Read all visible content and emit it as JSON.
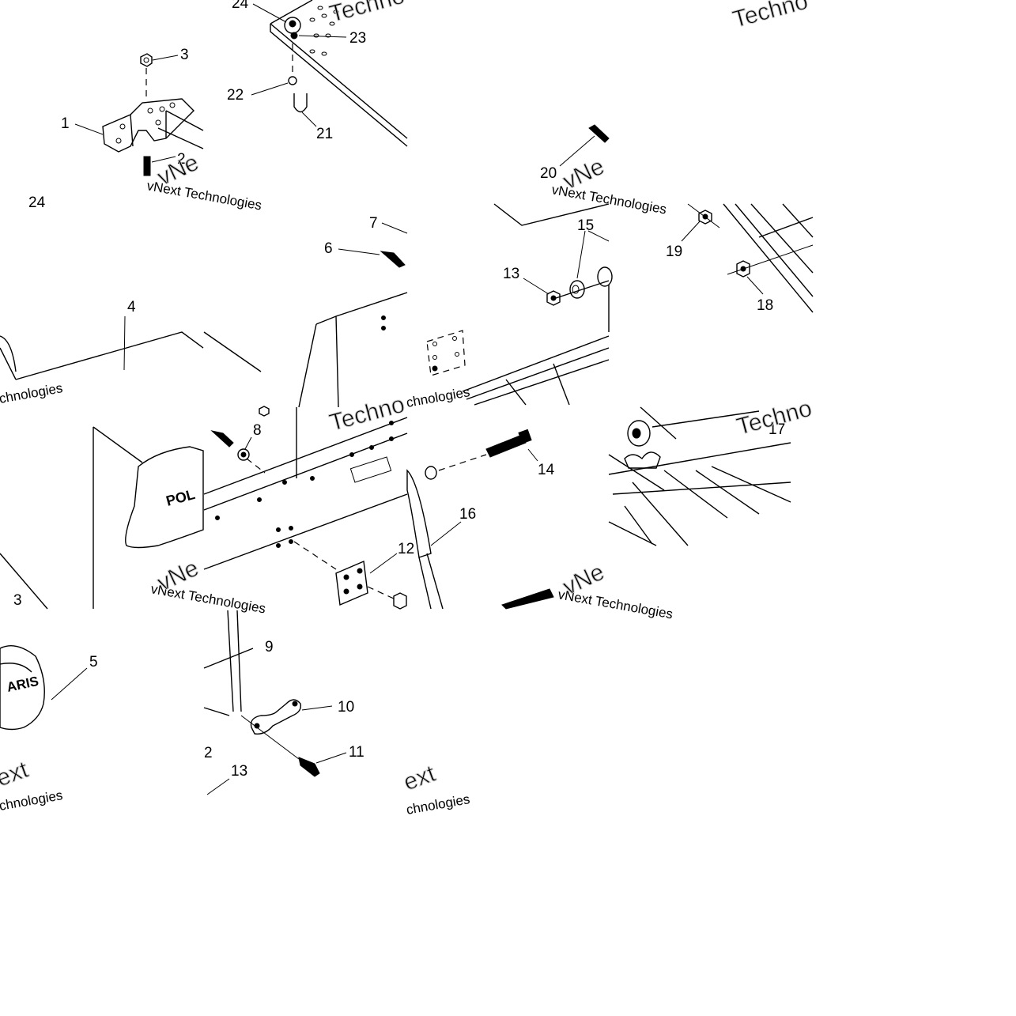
{
  "callouts": {
    "c1": "1",
    "c2": "2",
    "c3": "3",
    "c3b": "3",
    "c2b": "2",
    "c4": "4",
    "c5": "5",
    "c6": "6",
    "c7": "7",
    "c8": "8",
    "c9": "9",
    "c10": "10",
    "c11": "11",
    "c13a": "13",
    "c13b": "13",
    "c14": "14",
    "c15": "15",
    "c16": "16",
    "c17": "17",
    "c18": "18",
    "c19": "19",
    "c20": "20",
    "c21": "21",
    "c22": "22",
    "c23": "23",
    "c24": "24",
    "c24b": "24",
    "c12": "12"
  },
  "logo": {
    "hood_logo": "POL",
    "cover_logo": "ARIS"
  },
  "watermark": {
    "small": "vNext Technologies",
    "big": "Techno",
    "big2": "vNe",
    "big3": "ext",
    "tail": "chnologies"
  }
}
